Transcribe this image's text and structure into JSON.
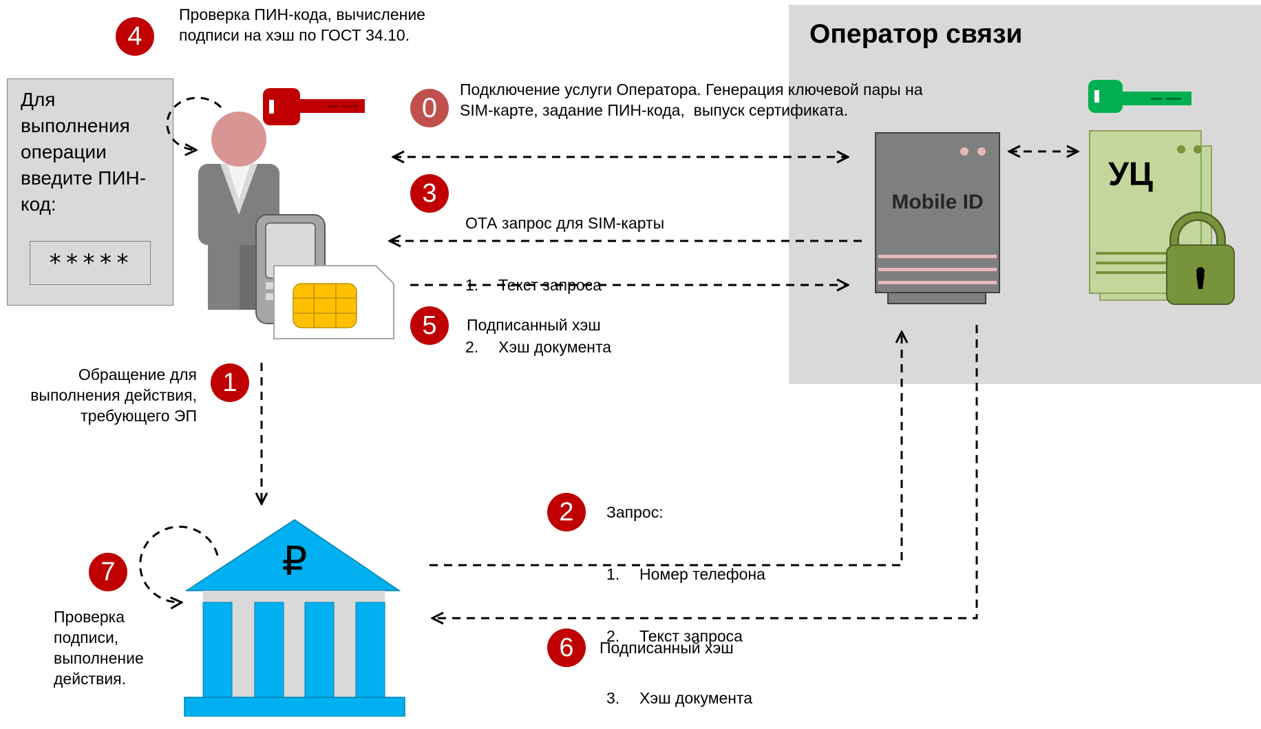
{
  "operator": {
    "title": "Оператор связи"
  },
  "pin_dialog": {
    "prompt": "Для выполнения операции введите ПИН-код:",
    "masked_value": "*****"
  },
  "server": {
    "label": "Mobile ID"
  },
  "ca": {
    "label": "УЦ"
  },
  "bank": {
    "symbol": "₽"
  },
  "steps": {
    "s0": {
      "number": "0",
      "text": "Подключение услуги Оператора. Генерация ключевой пары на\nSIM-карте, задание ПИН-кода,  выпуск сертификата."
    },
    "s1": {
      "number": "1",
      "text": "Обращение для\nвыполнения действия,\nтребующего ЭП"
    },
    "s2": {
      "number": "2",
      "title": "Запрос:",
      "items": [
        "Номер телефона",
        "Текст запроса",
        "Хэш документа"
      ]
    },
    "s3": {
      "number": "3",
      "title": "ОТА запрос для SIM-карты",
      "items": [
        "Текст запроса",
        "Хэш документа"
      ]
    },
    "s4": {
      "number": "4",
      "text": "Проверка ПИН-кода, вычисление\nподписи на хэш по ГОСТ 34.10."
    },
    "s5": {
      "number": "5",
      "text": "Подписанный хэш"
    },
    "s6": {
      "number": "6",
      "text": "Подписанный хэш"
    },
    "s7": {
      "number": "7",
      "text": "Проверка\nподписи,\nвыполнение\nдействия."
    }
  },
  "colors": {
    "badge_red": "#c00000",
    "badge_zero": "#c0504d",
    "user_key": "#c00000",
    "ca_key": "#00b050",
    "bank_blue": "#00b0f0",
    "ca_green": "#c3d69b",
    "lock_green": "#77933c",
    "server_gray": "#7f7f7f",
    "sim_chip": "#ffc000",
    "panel_gray": "#d9d9d9"
  }
}
